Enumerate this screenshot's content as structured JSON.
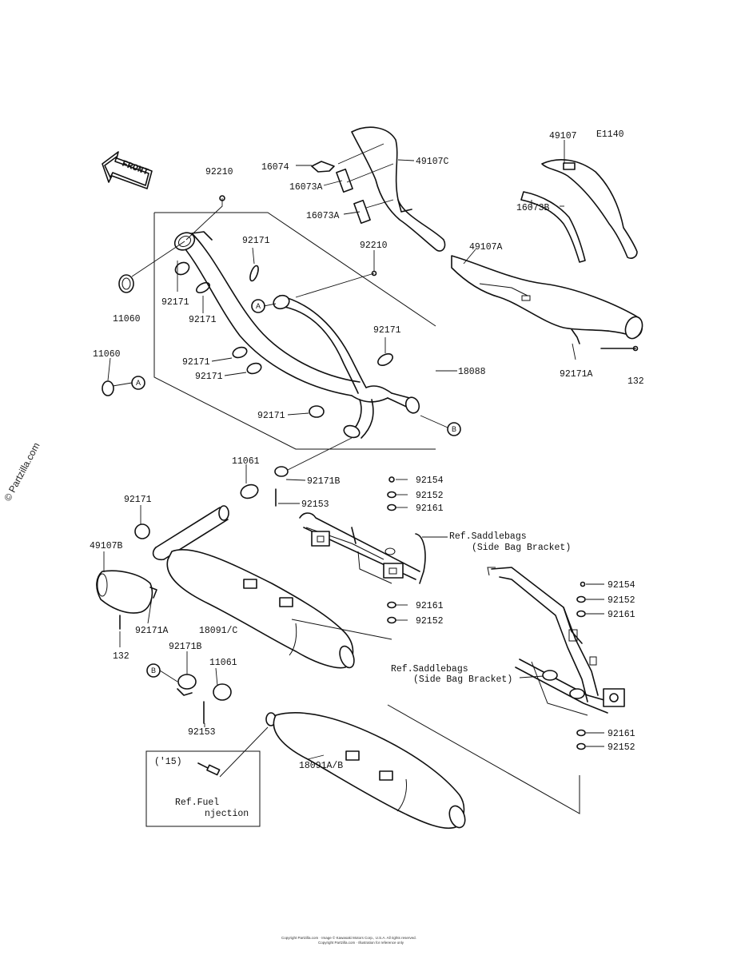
{
  "diagram_id": "E1140",
  "front_label": "FRONT",
  "watermark": "© Partzilla.com",
  "refs": {
    "a": "A",
    "b": "B"
  },
  "labels": {
    "l92210_top": "92210",
    "l92210_mid": "92210",
    "l16074": "16074",
    "l16073a_1": "16073A",
    "l16073a_2": "16073A",
    "l49107c": "49107C",
    "l49107": "49107",
    "l16073b": "16073B",
    "l49107a": "49107A",
    "l92171_1": "92171",
    "l92171_2": "92171",
    "l92171_3": "92171",
    "l92171_4": "92171",
    "l92171_5": "92171",
    "l92171_6": "92171",
    "l92171_7": "92171",
    "l92171_8": "92171",
    "l11060_1": "11060",
    "l11060_2": "11060",
    "l18088": "18088",
    "l92171a_1": "92171A",
    "l132_1": "132",
    "l11061_1": "11061",
    "l92171b_1": "92171B",
    "l92153_1": "92153",
    "l92154_1": "92154",
    "l92152_1": "92152",
    "l92161_1": "92161",
    "l92161_2": "92161",
    "l92152_2": "92152",
    "l49107b": "49107B",
    "l92171a_2": "92171A",
    "l18091c": "18091/C",
    "l132_2": "132",
    "l92154_2": "92154",
    "l92152_3": "92152",
    "l92161_3": "92161",
    "l92171b_2": "92171B",
    "l11061_2": "11061",
    "l92153_2": "92153",
    "l92161_4": "92161",
    "l92152_4": "92152",
    "l15": "('15)",
    "l18091ab": "18091A/B"
  },
  "ref_saddle_1": {
    "line1": "Ref.Saddlebags",
    "line2": "(Side Bag Bracket)"
  },
  "ref_saddle_2": {
    "line1": "Ref.Saddlebags",
    "line2": "(Side Bag Bracket)"
  },
  "ref_fuel": {
    "line1": "Ref.Fuel",
    "line2": "njection"
  },
  "footer": {
    "line1": "Copyright Partzilla.com · Image © Kawasaki Motors Corp., U.S.A. All rights reserved.",
    "line2": "Copyright Partzilla.com · Illustration for reference only"
  }
}
